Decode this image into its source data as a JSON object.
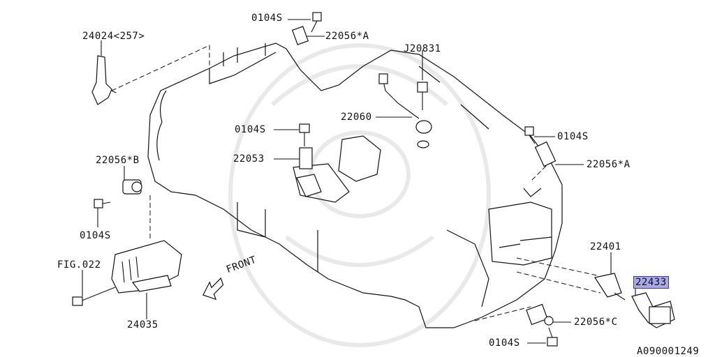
{
  "diagram_id": "A090001249",
  "front_label": "FRONT",
  "labels": {
    "p24024": "24024<257>",
    "bolt_top": "0104S",
    "sensor_top": "22056*A",
    "j20831": "J20831",
    "knock": "22060",
    "bolt_mid": "0104S",
    "cam_sensor": "22053",
    "bolt_right": "0104S",
    "sensor_right": "22056*A",
    "sensor_b": "22056*B",
    "bolt_left": "0104S",
    "spark_plug": "22401",
    "coil": "22433",
    "fig": "FIG.022",
    "cover": "24035",
    "sensor_c": "22056*C",
    "bolt_bottom": "0104S"
  },
  "highlighted_part": "22433"
}
